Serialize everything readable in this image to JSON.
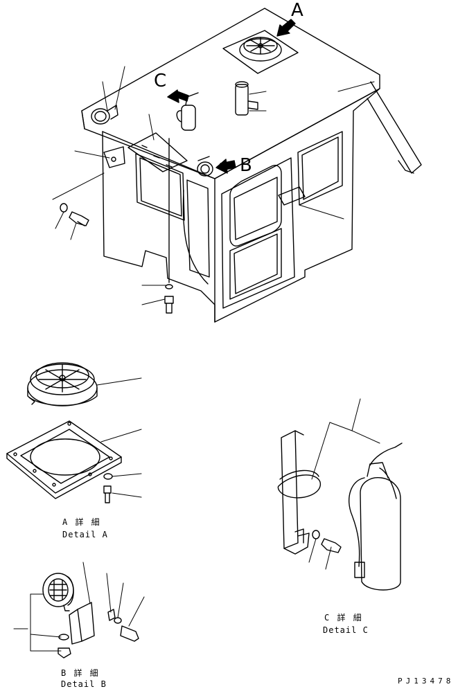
{
  "markers": {
    "a": "A",
    "b": "B",
    "c": "C"
  },
  "details": {
    "a": {
      "jp": "A 詳 細",
      "en": "Detail A"
    },
    "b": {
      "jp": "B 詳 細",
      "en": "Detail B"
    },
    "c": {
      "jp": "C 詳 細",
      "en": "Detail C"
    }
  },
  "drawing_code": "PJ13478"
}
